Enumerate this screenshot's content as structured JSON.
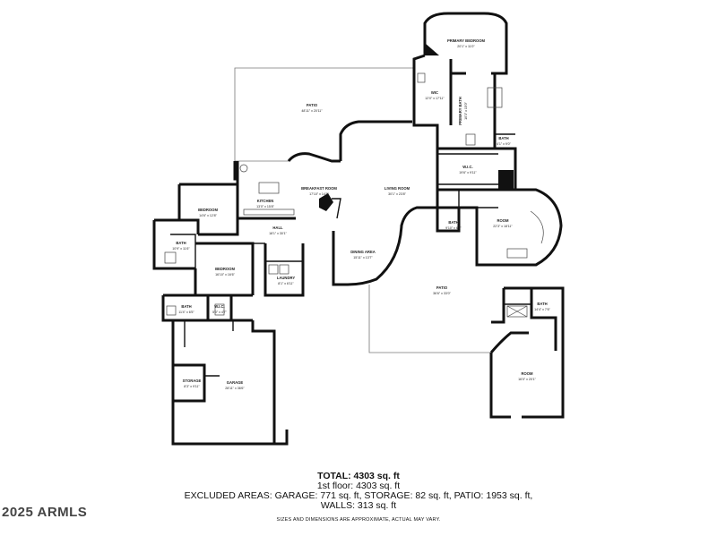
{
  "rooms": [
    {
      "id": "primary-bedroom",
      "name": "PRIMARY BEDROOM",
      "dims": "20'1\" x 11'0\""
    },
    {
      "id": "wic-primary",
      "name": "WIC",
      "dims": "12'0\" x 17'11\""
    },
    {
      "id": "primary-bath",
      "name": "PRIMARY BATH",
      "dims": "10'3\" x 15'0\""
    },
    {
      "id": "bath-primary",
      "name": "BATH",
      "dims": "4'1\" x 9'0\""
    },
    {
      "id": "wic-center",
      "name": "W.I.C.",
      "dims": "19'6\" x 9'11\""
    },
    {
      "id": "patio-north",
      "name": "PATIO",
      "dims": "48'11\" x 20'11\""
    },
    {
      "id": "breakfast-room",
      "name": "BREAKFAST ROOM",
      "dims": "17'10\" x 14'8\""
    },
    {
      "id": "living-room",
      "name": "LIVING ROOM",
      "dims": "30'1\" x 23'8\""
    },
    {
      "id": "kitchen",
      "name": "KITCHEN",
      "dims": "13'0\" x 15'8\""
    },
    {
      "id": "bedroom-1",
      "name": "BEDROOM",
      "dims": "14'6\" x 12'8\""
    },
    {
      "id": "bath-west",
      "name": "BATH",
      "dims": "10'9\" x 11'6\""
    },
    {
      "id": "hall",
      "name": "HALL",
      "dims": "18'1\" x 30'1\""
    },
    {
      "id": "bath-east",
      "name": "BATH",
      "dims": "9'10\" x 6'0\""
    },
    {
      "id": "room-east",
      "name": "ROOM",
      "dims": "22'3\" x 18'11\""
    },
    {
      "id": "dining-area",
      "name": "DINING AREA",
      "dims": "15'11\" x 13'7\""
    },
    {
      "id": "bedroom-2",
      "name": "BEDROOM",
      "dims": "16'10\" x 16'6\""
    },
    {
      "id": "laundry",
      "name": "LAUNDRY",
      "dims": "8'1\" x 6'11\""
    },
    {
      "id": "patio-south",
      "name": "PATIO",
      "dims": "36'6\" x 33'0\""
    },
    {
      "id": "bath-southwest",
      "name": "BATH",
      "dims": "11'4\" x 6'5\""
    },
    {
      "id": "wic-southwest",
      "name": "W.I.C.",
      "dims": "5'0\" x 4'7\""
    },
    {
      "id": "bath-casita",
      "name": "BATH",
      "dims": "14'4\" x 7'6\""
    },
    {
      "id": "room-casita",
      "name": "ROOM",
      "dims": "16'0\" x 20'1\""
    },
    {
      "id": "storage",
      "name": "STORAGE",
      "dims": "8'3\" x 9'11\""
    },
    {
      "id": "garage",
      "name": "GARAGE",
      "dims": "28'11\" x 36'6\""
    }
  ],
  "summary": {
    "total": "TOTAL: 4303 sq. ft",
    "first_floor": "1st floor: 4303 sq. ft",
    "excluded": "EXCLUDED AREAS: GARAGE: 771 sq. ft, STORAGE: 82 sq. ft, PATIO: 1953 sq. ft,",
    "walls": "WALLS: 313 sq. ft",
    "note": "SIZES AND DIMENSIONS ARE APPROXIMATE, ACTUAL MAY VARY."
  },
  "watermark": "2025 ARMLS"
}
